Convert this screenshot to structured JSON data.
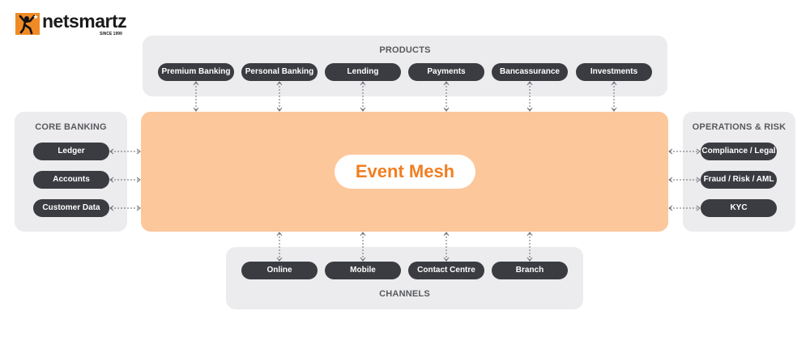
{
  "logo": {
    "brand": "netsmartz",
    "tagline": "SINCE 1999"
  },
  "center": {
    "label": "Event Mesh"
  },
  "products": {
    "title": "PRODUCTS",
    "items": [
      "Premium Banking",
      "Personal Banking",
      "Lending",
      "Payments",
      "Bancassurance",
      "Investments"
    ]
  },
  "core_banking": {
    "title": "CORE BANKING",
    "items": [
      "Ledger",
      "Accounts",
      "Customer Data"
    ]
  },
  "operations_risk": {
    "title": "OPERATIONS & RISK",
    "items": [
      "Compliance / Legal",
      "Fraud / Risk / AML",
      "KYC"
    ]
  },
  "channels": {
    "title": "CHANNELS",
    "items": [
      "Online",
      "Mobile",
      "Contact Centre",
      "Branch"
    ]
  },
  "colors": {
    "mesh_fill": "#fcc79b",
    "mesh_text": "#f07f22",
    "pill_fill": "#3a3c42",
    "panel_fill": "#ececee",
    "brand_orange": "#f08a24"
  }
}
